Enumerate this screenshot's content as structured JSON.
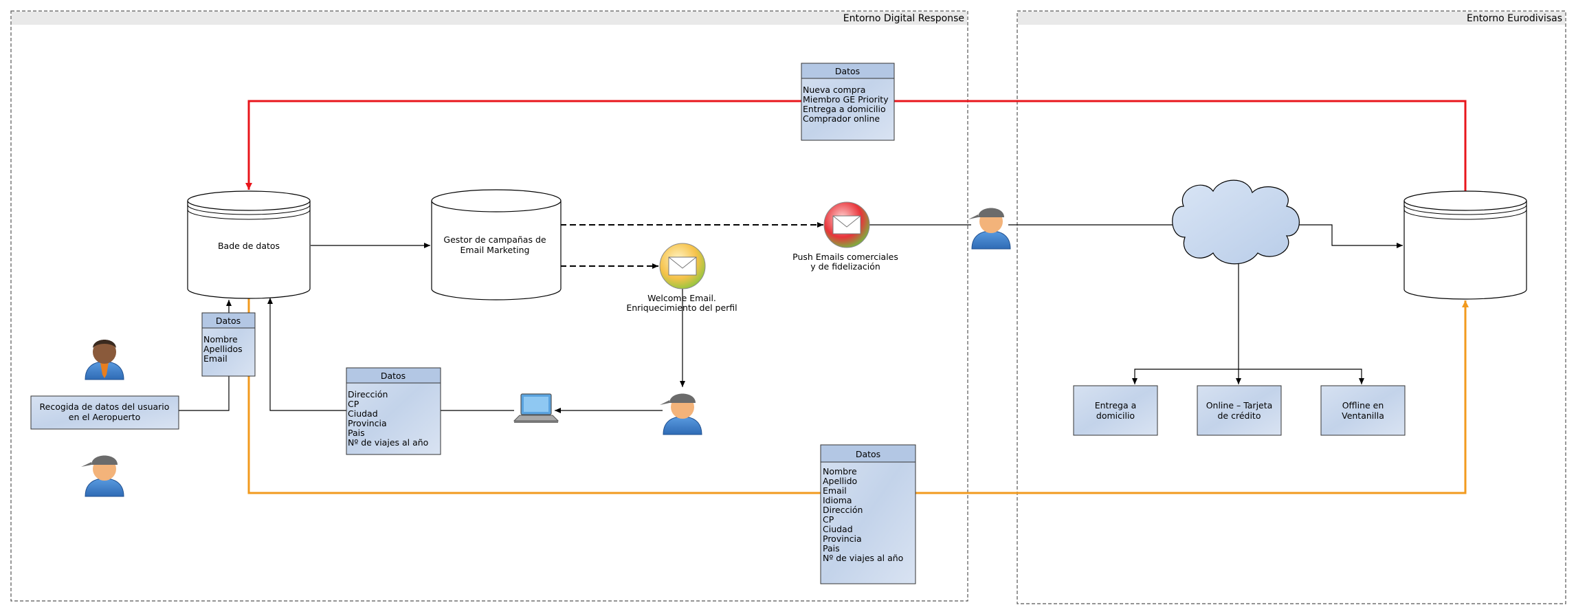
{
  "containers": {
    "left_title": "Entorno Digital Response",
    "right_title": "Entorno Eurodivisas"
  },
  "nodes": {
    "db_left": "Bade de datos",
    "gestor": [
      "Gestor de campañas de",
      "Email Marketing"
    ],
    "welcome": [
      "Welcome Email.",
      "Enriquecimiento del perfil"
    ],
    "push": [
      "Push Emails comerciales",
      "y de fidelización"
    ],
    "recogida": [
      "Recogida de datos del usuario",
      "en el Aeropuerto"
    ],
    "entrega": [
      "Entrega a",
      "domicilio"
    ],
    "online": [
      "Online – Tarjeta",
      "de crédito"
    ],
    "offline": [
      "Offline en",
      "Ventanilla"
    ]
  },
  "datos_boxes": {
    "title": "Datos",
    "top": [
      "Nueva compra",
      "Miembro GE Priority",
      "Entrega a domicilio",
      "Comprador online"
    ],
    "small": [
      "Nombre",
      "Apellidos",
      "Email"
    ],
    "middle": [
      "Dirección",
      "CP",
      "Ciudad",
      "Provincia",
      "Pais",
      "Nº de viajes al año"
    ],
    "bottom": [
      "Nombre",
      "Apellido",
      "Email",
      "Idioma",
      "Dirección",
      "CP",
      "Ciudad",
      "Provincia",
      "Pais",
      "Nº de viajes al año"
    ]
  },
  "colors": {
    "red_flow": "#e8151b",
    "orange_flow": "#f29a1e",
    "box_fill": "#c9d7ec",
    "box_header": "#b3c7e4"
  }
}
